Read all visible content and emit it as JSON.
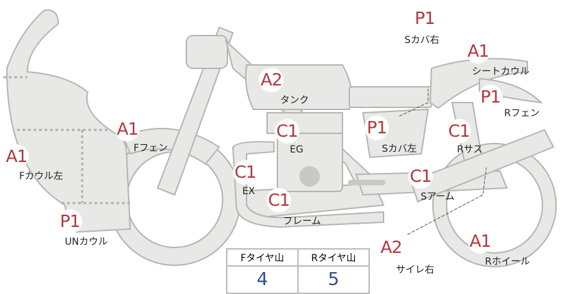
{
  "parts": [
    {
      "code": "P1",
      "label": "Sカバ右"
    },
    {
      "code": "A1",
      "label": "シートカウル"
    },
    {
      "code": "P1",
      "label": "Rフェン"
    },
    {
      "code": "A2",
      "label": "タンク"
    },
    {
      "code": "C1",
      "label": "EG"
    },
    {
      "code": "P1",
      "label": "Sカバ左"
    },
    {
      "code": "C1",
      "label": "Rサス"
    },
    {
      "code": "A1",
      "label": "Fフェン"
    },
    {
      "code": "A1",
      "label": "Fカウル左"
    },
    {
      "code": "C1",
      "label": "EX"
    },
    {
      "code": "C1",
      "label": "フレーム"
    },
    {
      "code": "C1",
      "label": "Sアーム"
    },
    {
      "code": "P1",
      "label": "UNカウル"
    },
    {
      "code": "A2",
      "label": "サイレ右"
    },
    {
      "code": "A1",
      "label": "Rホイール"
    }
  ],
  "tire_table": {
    "headers": [
      "Fタイヤ山",
      "Rタイヤ山"
    ],
    "values": [
      "4",
      "5"
    ]
  },
  "colors": {
    "badge_text": "#b03a3e",
    "value_text": "#2f4f8a",
    "part_fill": "#e8e8e6"
  }
}
